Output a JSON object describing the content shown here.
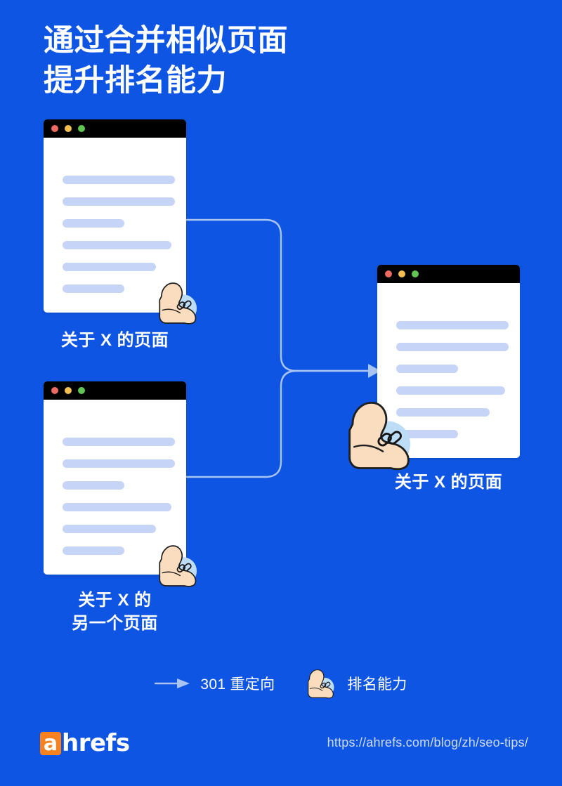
{
  "poster": {
    "title": "通过合并相似页面\n提升排名能力",
    "background_color": "#0f55e3",
    "accent_line_color": "#a9c4f2",
    "text_color": "#ffffff"
  },
  "windows": [
    {
      "id": "win-a",
      "caption": "关于 X 的页面",
      "dots": [
        "red",
        "yellow",
        "green"
      ],
      "content_line_widths": [
        "100%",
        "100%",
        "55%",
        "97%",
        "83%",
        "55%"
      ],
      "badge": "ranking-power-badge"
    },
    {
      "id": "win-b",
      "caption": "关于 X 的\n另一个页面",
      "dots": [
        "red",
        "yellow",
        "green"
      ],
      "content_line_widths": [
        "100%",
        "100%",
        "55%",
        "97%",
        "83%",
        "55%"
      ],
      "badge": "ranking-power-badge"
    },
    {
      "id": "win-c",
      "caption": "关于 X 的页面",
      "dots": [
        "red",
        "yellow",
        "green"
      ],
      "content_line_widths": [
        "100%",
        "100%",
        "55%",
        "97%",
        "83%",
        "55%"
      ],
      "badge": "ranking-power-badge"
    }
  ],
  "legend": {
    "items": [
      {
        "icon": "arrow-right-icon",
        "label": "301 重定向"
      },
      {
        "icon": "ranking-power-icon",
        "label": "排名能力"
      }
    ]
  },
  "footer": {
    "logo_mark": "a",
    "logo_text": "hrefs",
    "logo_mark_color": "#f5821f",
    "url": "https://ahrefs.com/blog/zh/seo-tips/"
  },
  "colors": {
    "background": "#0f55e3",
    "window_bg": "#ffffff",
    "titlebar": "#000000",
    "content_line": "#c6d5f7",
    "dot_red": "#ec6a5f",
    "dot_yellow": "#f4bf50",
    "dot_green": "#61c554",
    "connector": "#a9c4f2",
    "skin": "#fadcbe",
    "badge_circle": "#bddcf5"
  }
}
